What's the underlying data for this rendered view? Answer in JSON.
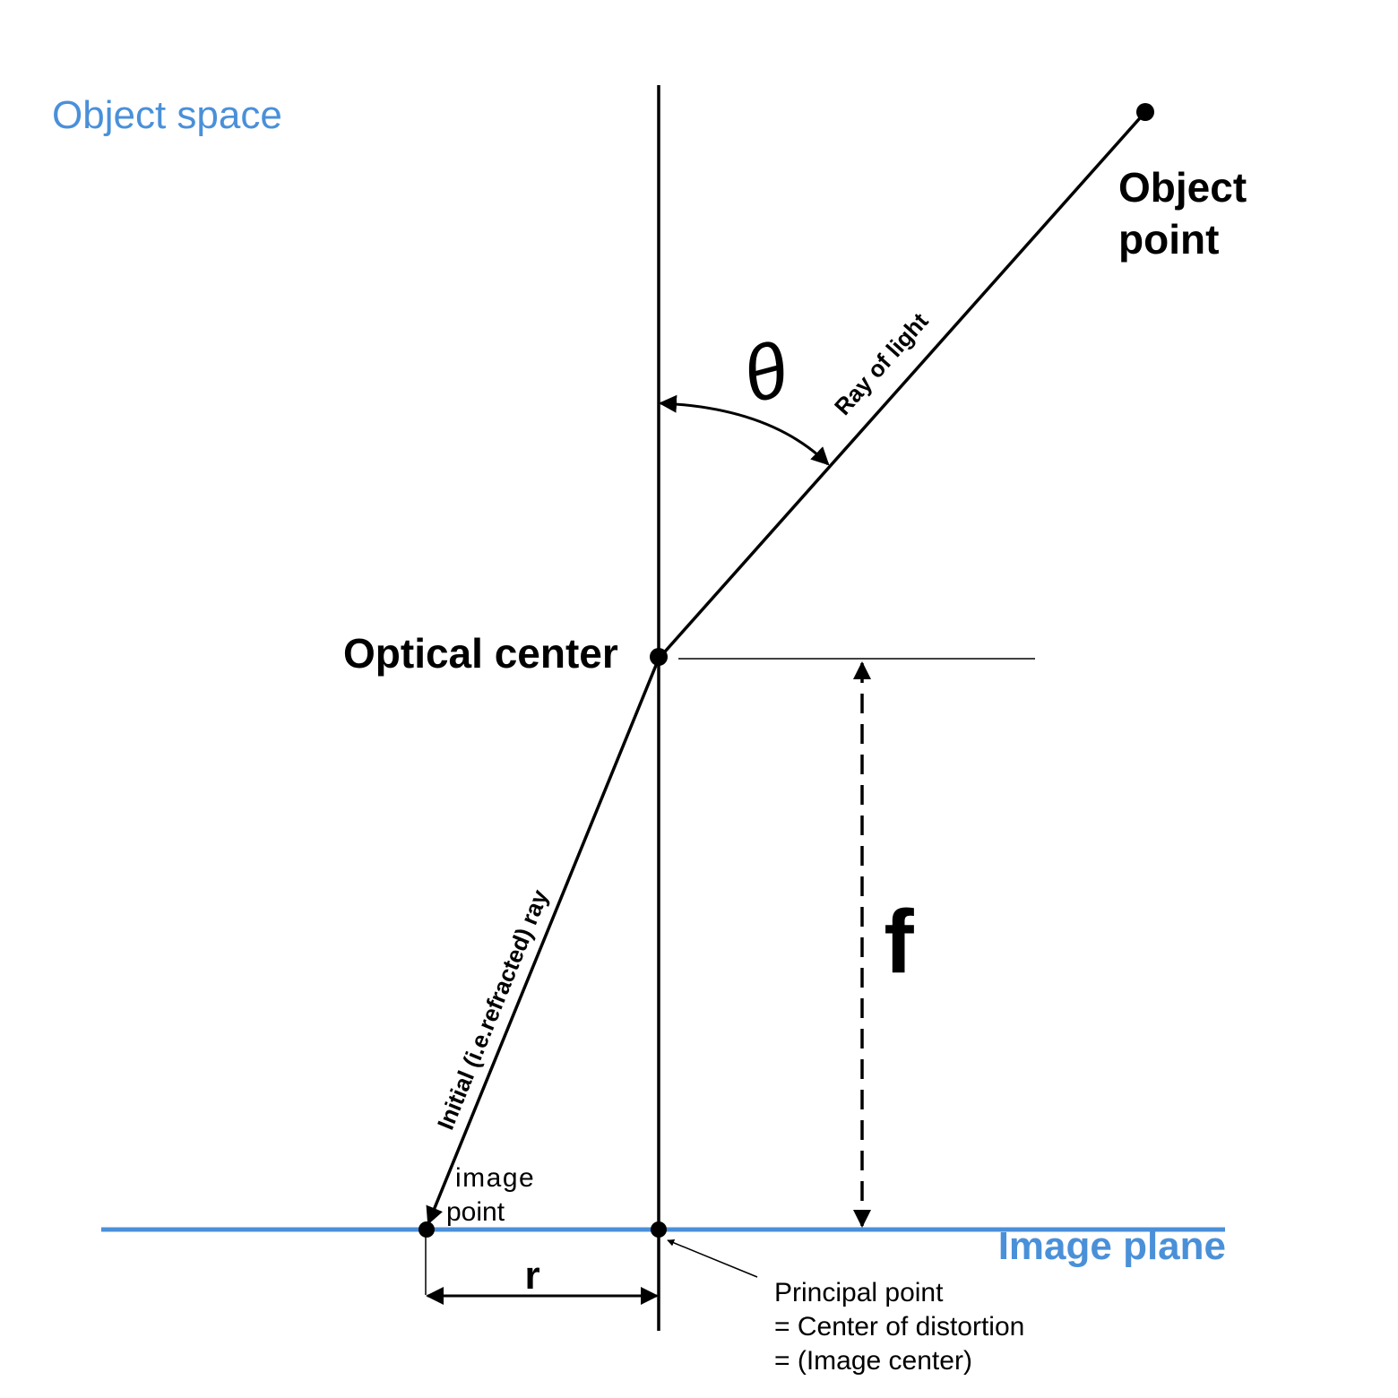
{
  "labels": {
    "object_space": "Object space",
    "object_point_line1": "Object",
    "object_point_line2": "point",
    "theta": "θ",
    "ray_of_light": "Ray of light",
    "optical_center": "Optical center",
    "focal_length": "f",
    "refracted_ray": "Initial (i.e.refracted) ray",
    "image_point_line1": "image",
    "image_point_line2": "point",
    "image_plane": "Image plane",
    "radius": "r",
    "principal_line1": "Principal point",
    "principal_line2": "= Center of distortion",
    "principal_line3": "= (Image center)"
  },
  "colors": {
    "accent_blue": "#4a90d9",
    "ink": "#000000"
  }
}
